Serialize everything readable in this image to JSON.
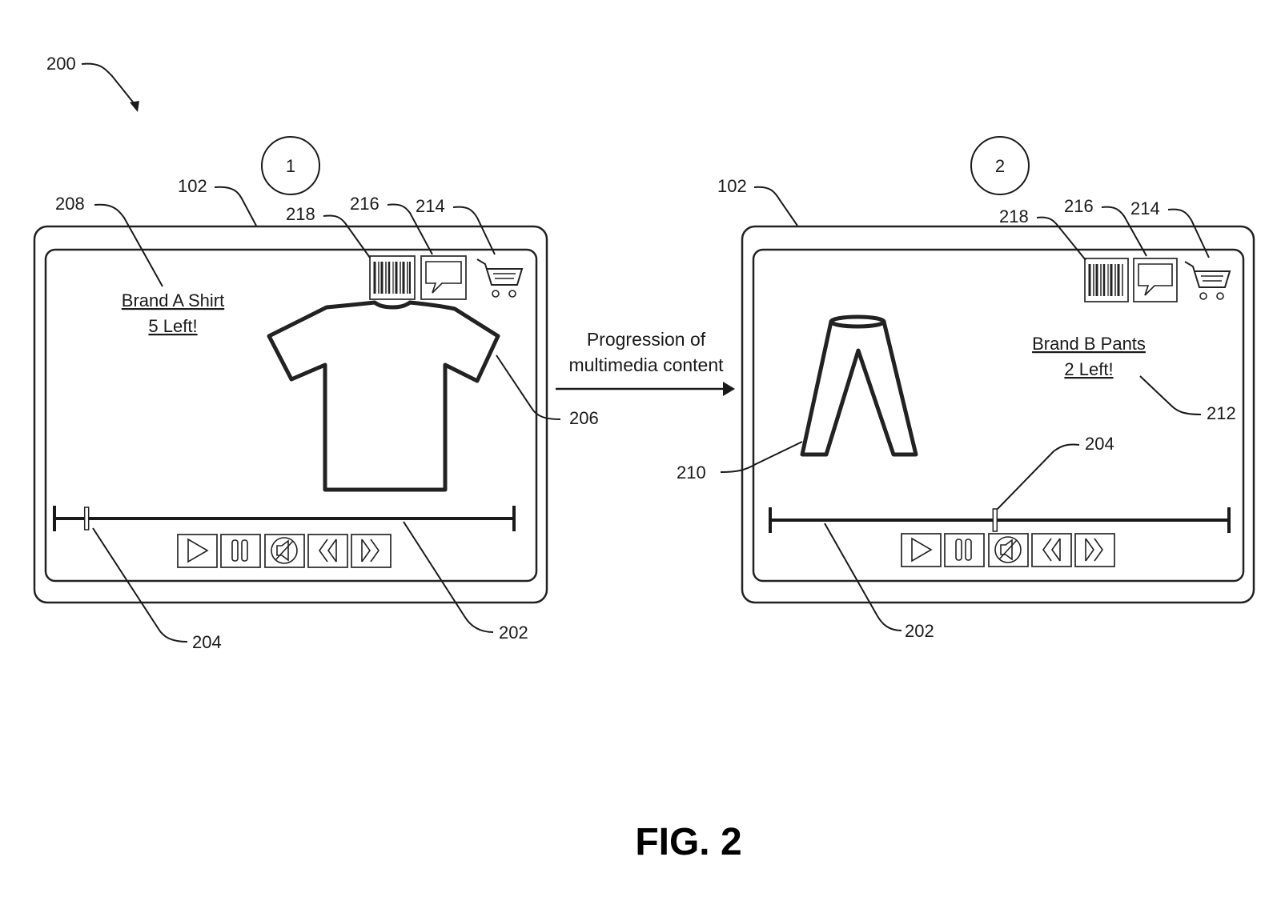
{
  "figure_label": "FIG. 2",
  "figure_ref": "200",
  "arrow_caption": {
    "line1": "Progression of",
    "line2": "multimedia content"
  },
  "steps": [
    {
      "number": "1",
      "device_ref": "102",
      "scrub_ref": "204",
      "timeline_ref": "202",
      "barcode_ref": "218",
      "chat_ref": "216",
      "cart_ref": "214",
      "item_ref": "206",
      "promo_ref": "208",
      "promo_line1": "Brand A Shirt",
      "promo_line2": "5 Left!",
      "item_icon": "t-shirt-icon",
      "playback_progress": 0.07
    },
    {
      "number": "2",
      "device_ref": "102",
      "scrub_ref": "204",
      "timeline_ref": "202",
      "barcode_ref": "218",
      "chat_ref": "216",
      "cart_ref": "214",
      "item_ref": "210",
      "promo_ref": "212",
      "promo_line1": "Brand B Pants",
      "promo_line2": "2 Left!",
      "item_icon": "pants-icon",
      "playback_progress": 0.49
    }
  ],
  "controls": [
    "play-icon",
    "pause-icon",
    "mute-icon",
    "rewind-icon",
    "fast-forward-icon"
  ],
  "top_icons": [
    "barcode-icon",
    "chat-bubble-icon",
    "shopping-cart-icon"
  ]
}
